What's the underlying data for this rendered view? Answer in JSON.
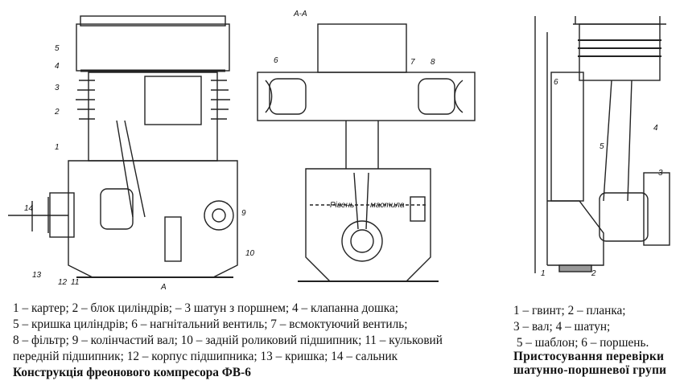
{
  "left_figure": {
    "legend_lines": [
      "1 – картер; 2 – блок циліндрів; – 3  шатун з поршнем; 4 – клапанна дошка;",
      "5 – кришка циліндрів;  6 – нагнітальний вентиль; 7 – всмоктуючий  вентиль;",
      "8 – фільтр; 9 – колінчастий вал; 10 – задній роликовий підшипник; 11 – кульковий",
      "передній підшипник; 12 – корпус підшипника; 13 – кришка; 14 – сальник"
    ],
    "title": "Конструкція фреонового компресора ФВ-6",
    "section_label": "А-А",
    "section_mark": "А",
    "oil_level_label_1": "Рівень",
    "oil_level_label_2": "мастила",
    "callouts": [
      "1",
      "2",
      "3",
      "4",
      "5",
      "6",
      "7",
      "8",
      "9",
      "10",
      "11",
      "12",
      "13",
      "14"
    ]
  },
  "right_figure": {
    "legend_lines": [
      "1 – гвинт; 2 – планка;",
      "3 – вал; 4 – шатун;",
      " 5 – шаблон; 6 – поршень."
    ],
    "title_line_1": "Пристосування перевірки",
    "title_line_2": "шатунно-поршневої групи",
    "callouts": [
      "1",
      "2",
      "3",
      "4",
      "5",
      "6"
    ]
  }
}
